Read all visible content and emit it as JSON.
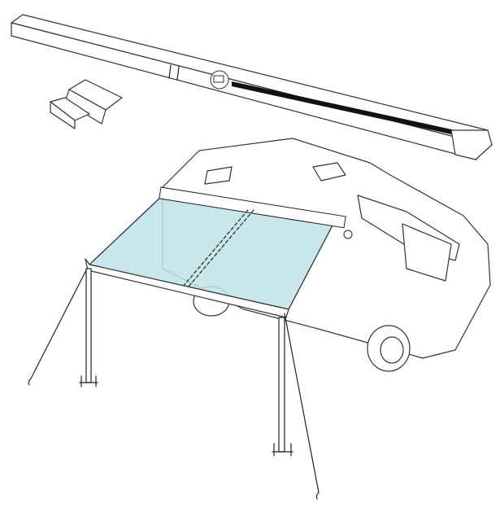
{
  "colors": {
    "canopy": "#bfe3e6",
    "outline": "#222222",
    "rail_stripe": "#111111"
  },
  "illustration": {
    "parts": [
      "mounting-rail",
      "mounting-brackets",
      "van",
      "awning-canopy",
      "roller-case",
      "support-legs",
      "tie-down-ropes"
    ]
  }
}
